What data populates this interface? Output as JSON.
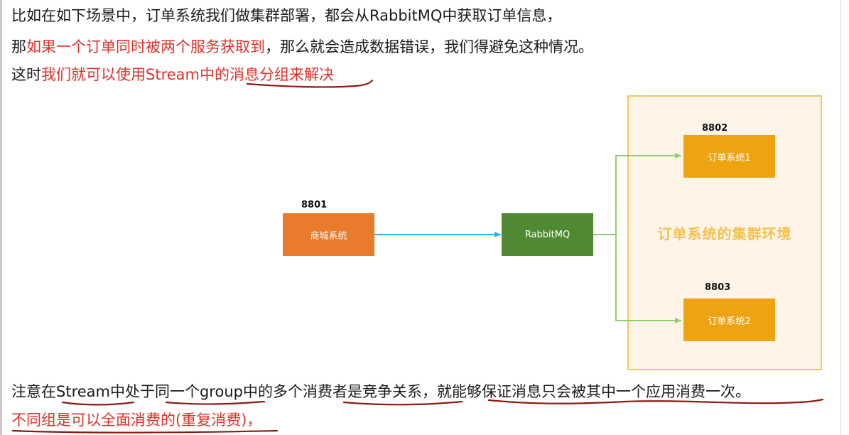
{
  "text": {
    "line1": "比如在如下场景中，订单系统我们做集群部署，都会从RabbitMQ中获取订单信息，",
    "line2_a": "那",
    "line2_b": "如果一个订单同时被两个服务获取到",
    "line2_c": "，那么就会造成数据错误，我们得避免这种情况。",
    "line3_a": "这时",
    "line3_b": "我们就可以使用Stream中的消息分组来解决",
    "note": "注意在Stream中处于同一个group中的多个消费者是竞争关系，就能够保证消息只会被其中一个应用消费一次。",
    "last": "不同组是可以全面消费的(重复消费)，"
  },
  "diagram": {
    "mall": {
      "port": "8801",
      "label": "商城系统"
    },
    "mq": {
      "label": "RabbitMQ"
    },
    "cluster_label": "订单系统的集群环境",
    "order1": {
      "port": "8802",
      "label": "订单系统1"
    },
    "order2": {
      "port": "8803",
      "label": "订单系统2"
    }
  },
  "colors": {
    "red_text": "#e0312a",
    "underline": "#8b1a10",
    "mall_box": "#e87b2c",
    "mq_box": "#4f8a32",
    "order_box": "#eda312",
    "cluster_bg": "#fef5e8",
    "cluster_border": "#f0c860",
    "cluster_text": "#f5c04d",
    "arrow_blue": "#2cb3e6",
    "arrow_green": "#8dd06a"
  }
}
